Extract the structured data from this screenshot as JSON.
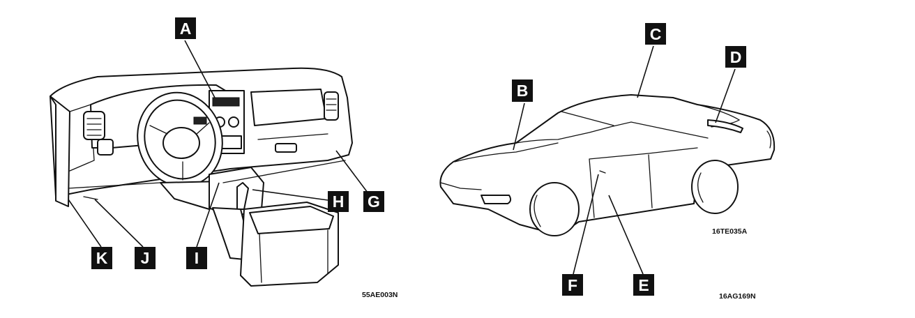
{
  "interior_figure": {
    "code": "55AE003N",
    "callouts": [
      "A",
      "G",
      "H",
      "I",
      "J",
      "K"
    ]
  },
  "exterior_figure": {
    "inner_code": "16TE035A",
    "code": "16AG169N",
    "callouts": [
      "B",
      "C",
      "D",
      "E",
      "F"
    ]
  }
}
